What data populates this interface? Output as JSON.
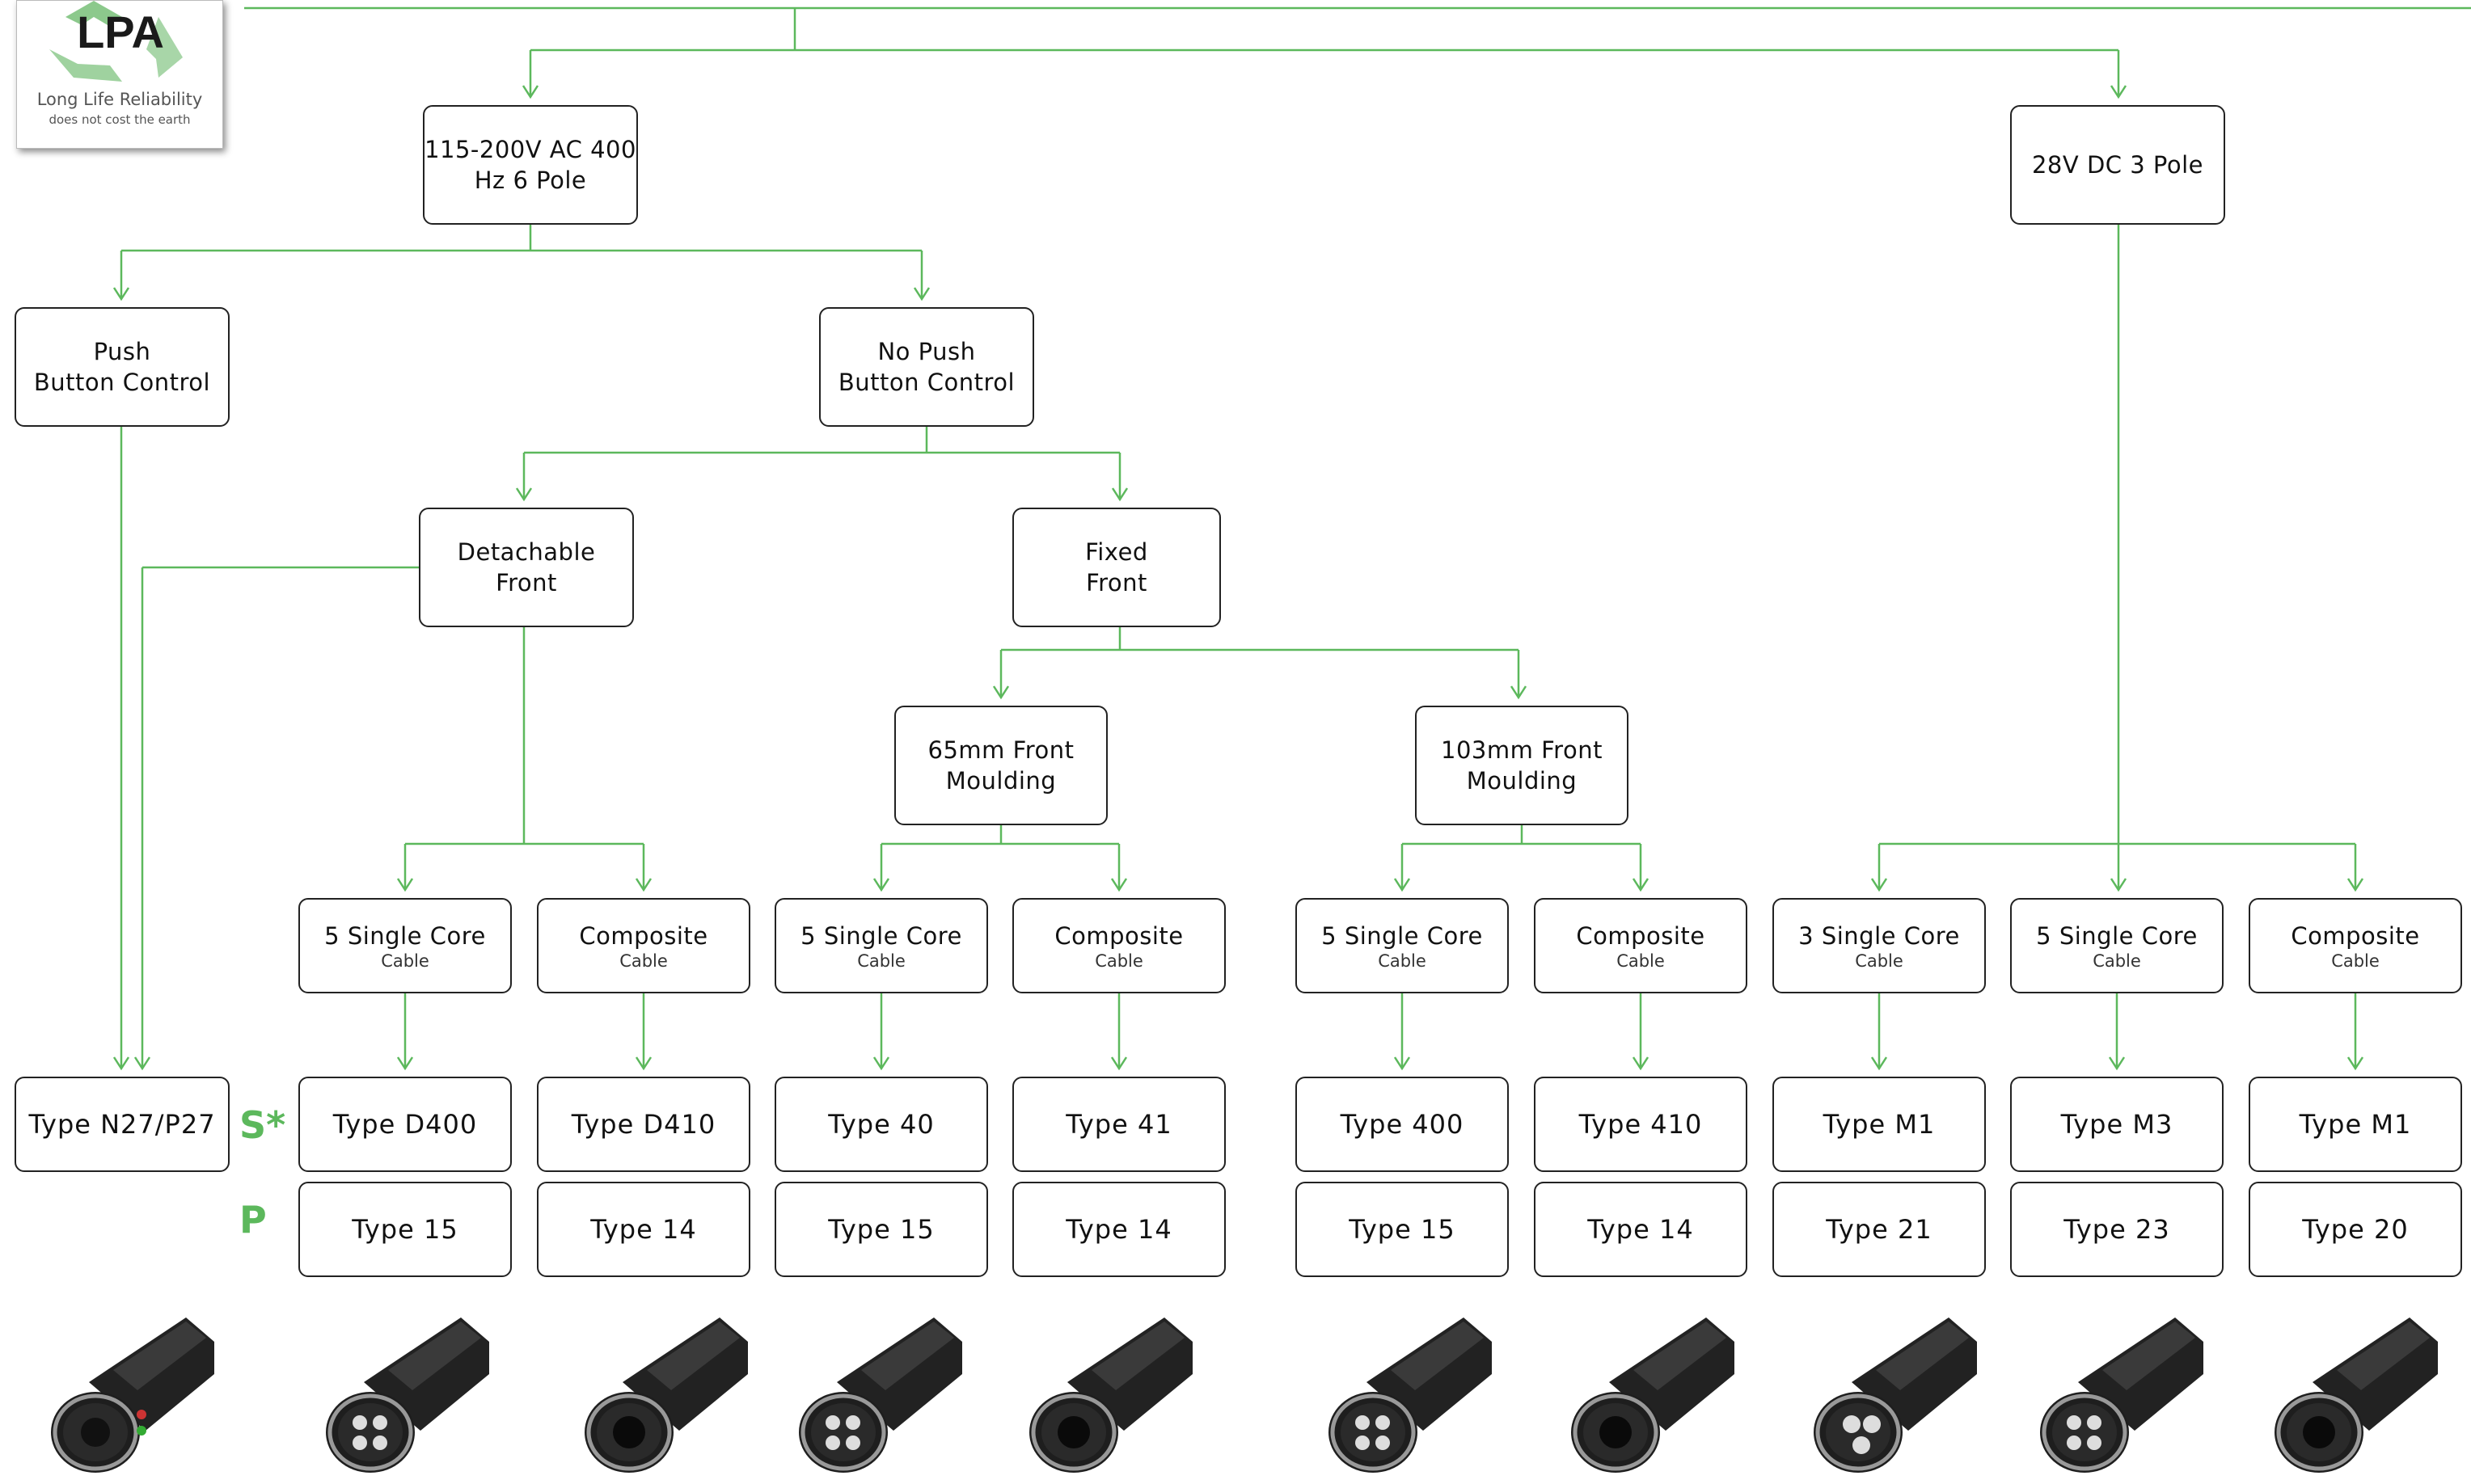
{
  "logo": {
    "brand": "LPA",
    "tagline": "Long Life Reliability",
    "subline": "does not cost the earth"
  },
  "colors": {
    "connector_line": "#5cb85c",
    "box_border": "#222222",
    "row_label": "#5cb85c"
  },
  "nodes": {
    "ac": {
      "line1": "115-200V AC 400",
      "line2": "Hz 6 Pole"
    },
    "dc": {
      "line1": "28V DC 3 Pole"
    },
    "push": {
      "line1": "Push",
      "line2": "Button Control"
    },
    "nopush": {
      "line1": "No Push",
      "line2": "Button Control"
    },
    "detachable": {
      "line1": "Detachable",
      "line2": "Front"
    },
    "fixed": {
      "line1": "Fixed",
      "line2": "Front"
    },
    "m65": {
      "line1": "65mm Front",
      "line2": "Moulding"
    },
    "m103": {
      "line1": "103mm Front",
      "line2": "Moulding"
    }
  },
  "row_labels": {
    "s": "S*",
    "p": "P"
  },
  "left_type": "Type N27/P27",
  "columns": [
    {
      "cable": "5 Single Core",
      "cable_sub": "Cable",
      "s_type": "Type D400",
      "p_type": "Type 15"
    },
    {
      "cable": "Composite",
      "cable_sub": "Cable",
      "s_type": "Type D410",
      "p_type": "Type 14"
    },
    {
      "cable": "5 Single Core",
      "cable_sub": "Cable",
      "s_type": "Type 40",
      "p_type": "Type 15"
    },
    {
      "cable": "Composite",
      "cable_sub": "Cable",
      "s_type": "Type 41",
      "p_type": "Type 14"
    },
    {
      "cable": "5 Single Core",
      "cable_sub": "Cable",
      "s_type": "Type 400",
      "p_type": "Type 15"
    },
    {
      "cable": "Composite",
      "cable_sub": "Cable",
      "s_type": "Type 410",
      "p_type": "Type 14"
    },
    {
      "cable": "3 Single Core",
      "cable_sub": "Cable",
      "s_type": "Type M1",
      "p_type": "Type 21"
    },
    {
      "cable": "5 Single Core",
      "cable_sub": "Cable",
      "s_type": "Type M3",
      "p_type": "Type 23"
    },
    {
      "cable": "Composite",
      "cable_sub": "Cable",
      "s_type": "Type M1",
      "p_type": "Type 20"
    }
  ],
  "photos": [
    {
      "name": "connector-photo-n27-p27",
      "style": "push-button"
    },
    {
      "name": "connector-photo-d400",
      "style": "four-hole"
    },
    {
      "name": "connector-photo-d410",
      "style": "single-hole"
    },
    {
      "name": "connector-photo-40",
      "style": "four-hole"
    },
    {
      "name": "connector-photo-41",
      "style": "single-hole"
    },
    {
      "name": "connector-photo-400",
      "style": "four-hole"
    },
    {
      "name": "connector-photo-410",
      "style": "single-hole"
    },
    {
      "name": "connector-photo-m1-single",
      "style": "three-hole"
    },
    {
      "name": "connector-photo-m3",
      "style": "four-hole"
    },
    {
      "name": "connector-photo-m1-composite",
      "style": "single-hole"
    }
  ]
}
